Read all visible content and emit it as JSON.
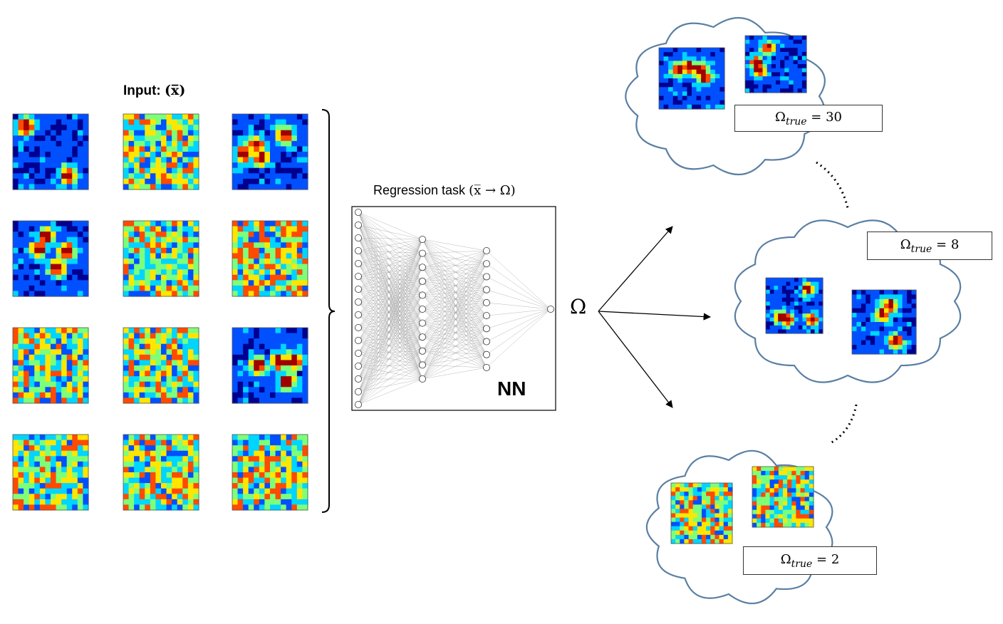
{
  "input": {
    "label_prefix": "Input: ",
    "label_math": "(x̅)"
  },
  "task": {
    "label_prefix": "Regression task ",
    "label_math": "(x̅ → Ω)"
  },
  "network": {
    "label": "NN",
    "layers": [
      16,
      11,
      10,
      1
    ],
    "output_symbol": "Ω"
  },
  "clusters": [
    {
      "symbol": "Ω",
      "subscript": "true",
      "relation": " = ",
      "value": "30"
    },
    {
      "symbol": "Ω",
      "subscript": "true",
      "relation": " = ",
      "value": "8"
    },
    {
      "symbol": "Ω",
      "subscript": "true",
      "relation": " = ",
      "value": "2"
    }
  ],
  "colors": {
    "cloud_outline": "#5a7fa3",
    "line": "#000000",
    "colormap": [
      "#00008f",
      "#0050ff",
      "#00d5ff",
      "#7dff7a",
      "#ffe600",
      "#ff4a00",
      "#a00000"
    ]
  },
  "input_grid": [
    [
      "vortex",
      "noise",
      "vortex"
    ],
    [
      "vortex",
      "noise",
      "noise"
    ],
    [
      "noise",
      "noise",
      "vortex"
    ],
    [
      "noise",
      "noise",
      "noise"
    ]
  ]
}
